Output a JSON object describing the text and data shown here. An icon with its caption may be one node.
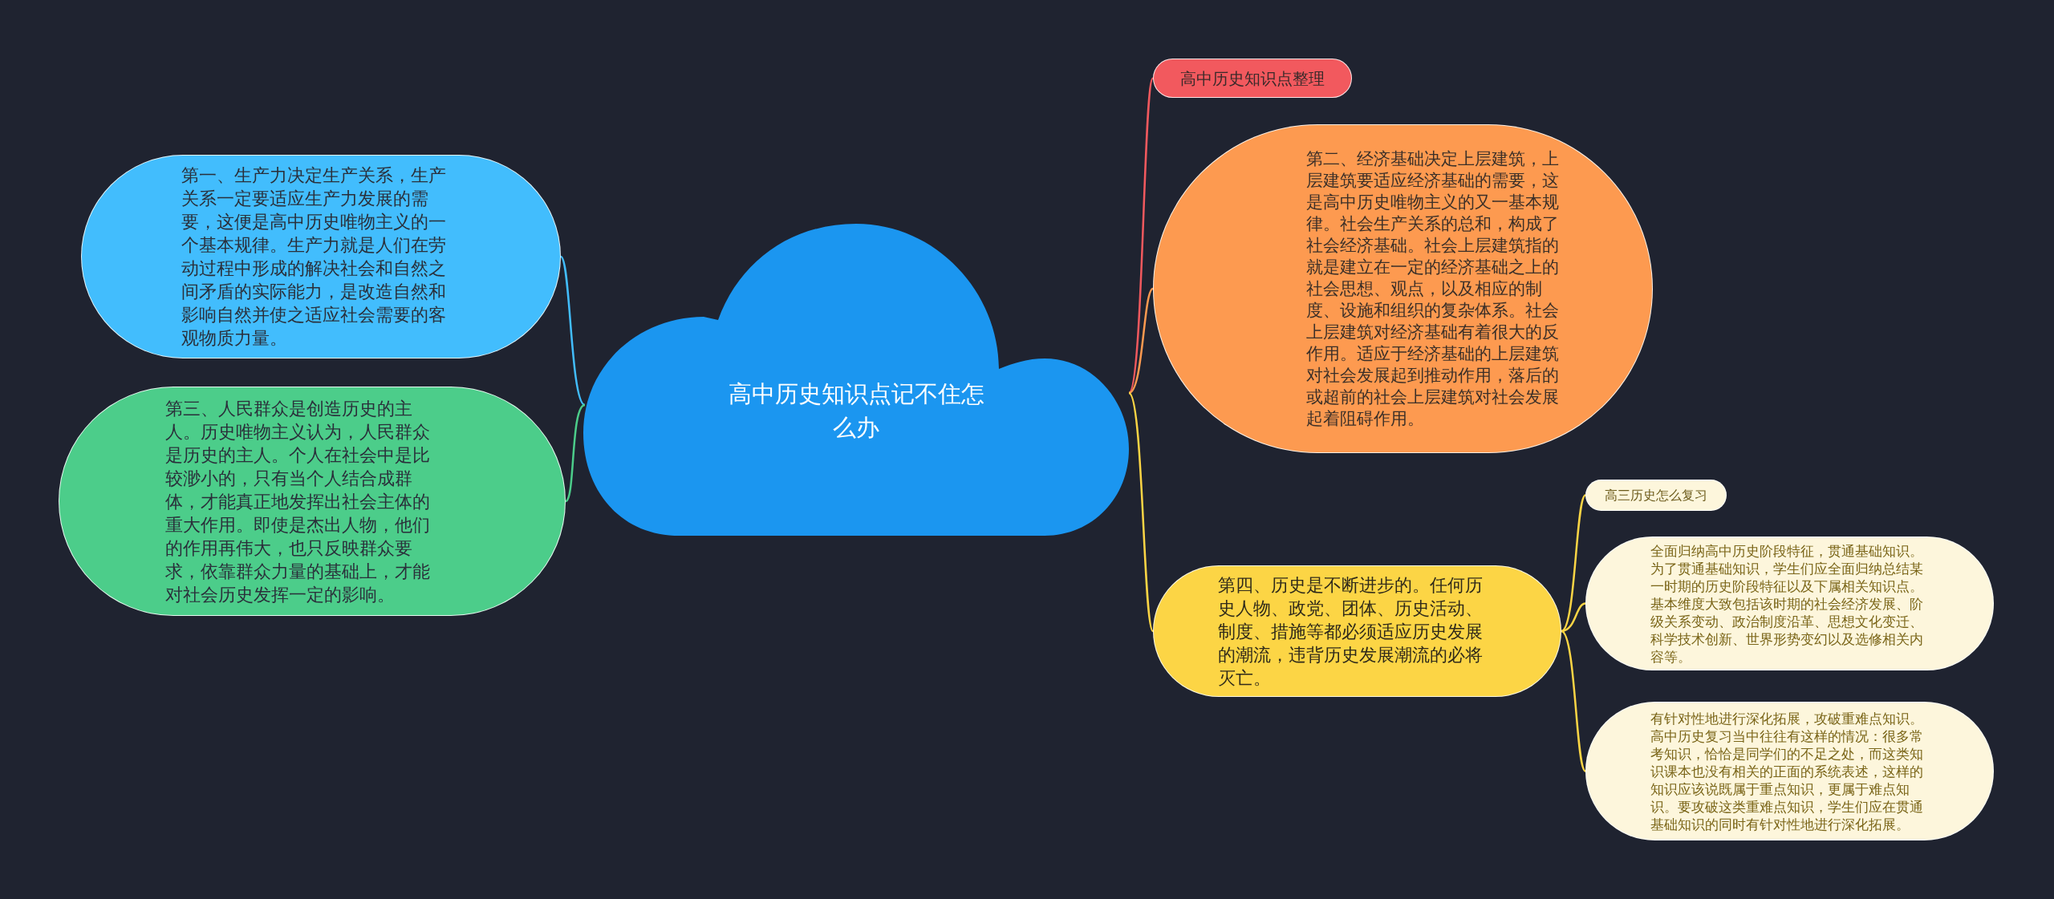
{
  "diagram": {
    "nodes": [
      {
        "text": [
          "高中历史知识点记不住怎么办"
        ]
      },
      {
        "text": [
          "第一、生产力决定生产关系，生产关系一定要适应生产力发展的需要，这便是高中历史唯物主义的一个基本规律。生产力就是人们在劳动过程中形成的解决社会和自然之间矛盾的实际能力，是改造自然和影响自然并使之适应社会需要的客观物质力量。"
        ]
      },
      {
        "text": [
          "第三、人民群众是创造历史的主人。历史唯物主义认为，人民群众是历史的主人。个人在社会中是比较渺小的，只有当个人结合成群体，才能真正地发挥出社会主体的重大作用。即使是杰出人物，他们的作用再伟大，也只反映群众要求，依靠群众力量的基础上，才能对社会历史发挥一定的影响。"
        ]
      },
      {
        "text": [
          "高中历史知识点整理"
        ]
      },
      {
        "text": [
          "第二、经济基础决定上层建筑，上层建筑要适应经济基础的需要，这是高中历史唯物主义的又一基本规律。社会生产关系的总和，构成了社会经济基础。社会上层建筑指的就是建立在一定的经济基础之上的社会思想、观点，以及相应的制度、设施和组织的复杂体系。社会上层建筑对经济基础有着很大的反作用。适应于经济基础的上层建筑对社会发展起到推动作用，落后的或超前的社会上层建筑对社会发展起着阻碍作用。"
        ]
      },
      {
        "text": [
          "第四、历史是不断进步的。任何历史人物、政党、团体、历史活动、制度、措施等都必须适应历史发展的潮流，违背历史发展潮流的必将灭亡。"
        ]
      },
      {
        "text": [
          "高三历史怎么复习"
        ]
      },
      {
        "text": [
          "全面归纳高中历史阶段特征，贯通基础知识。为了贯通基础知识，学生们应全面归纳总结某一时期的历史阶段特征以及下属相关知识点。基本维度大致包括该时期的社会经济发展、阶级关系变动、政治制度沿革、思想文化变迁、科学技术创新、世界形势变幻以及选修相关内容等。"
        ]
      },
      {
        "text": [
          "有针对性地进行深化拓展，攻破重难点知识。高中历史复习当中往往有这样的情况：很多常考知识，恰恰是同学们的不足之处，而这类知识课本也没有相关的正面的系统表述，这样的知识应该说既属于重点知识，更属于难点知识。要攻破这类重难点知识，学生们应在贯通基础知识的同时有针对性地进行深化拓展。"
        ]
      }
    ],
    "edges": [
      {
        "from": 0,
        "to": 1,
        "arrow": "none",
        "color": "#42bdfd"
      },
      {
        "from": 0,
        "to": 2,
        "arrow": "none",
        "color": "#4ccd8a"
      },
      {
        "from": 0,
        "to": 3,
        "arrow": "none",
        "color": "#f2595e"
      },
      {
        "from": 0,
        "to": 4,
        "arrow": "none",
        "color": "#fd9a50"
      },
      {
        "from": 0,
        "to": 5,
        "arrow": "none"
      },
      {
        "from": 5,
        "to": 6,
        "arrow": "none"
      },
      {
        "from": 5,
        "to": 7,
        "arrow": "none"
      },
      {
        "from": 5,
        "to": 8,
        "arrow": "none"
      }
    ]
  }
}
